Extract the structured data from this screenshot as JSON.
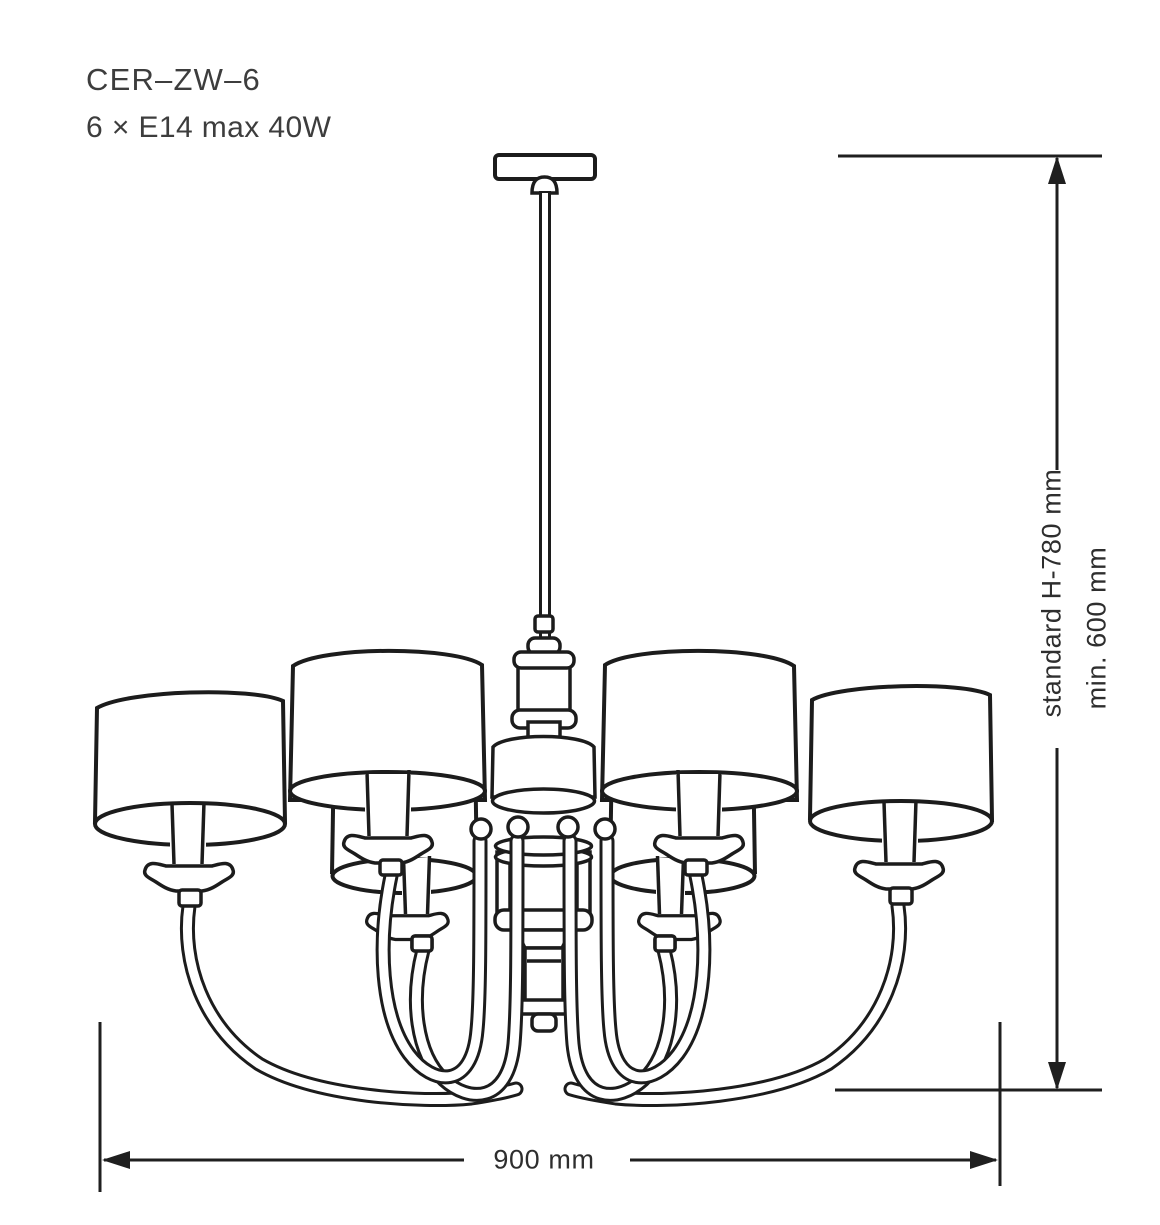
{
  "product": {
    "code": "CER–ZW–6",
    "spec": "6 × E14 max 40W"
  },
  "dimensions": {
    "height_standard_label": "standard H-780 mm",
    "height_min_label": "min. 600 mm",
    "width_label": "900 mm"
  },
  "figure": {
    "subject": "6-arm chandelier with drum shades, technical line drawing",
    "colors": {
      "line": "#1c1c1c",
      "text": "#3d3d3d",
      "background": "#ffffff"
    }
  }
}
